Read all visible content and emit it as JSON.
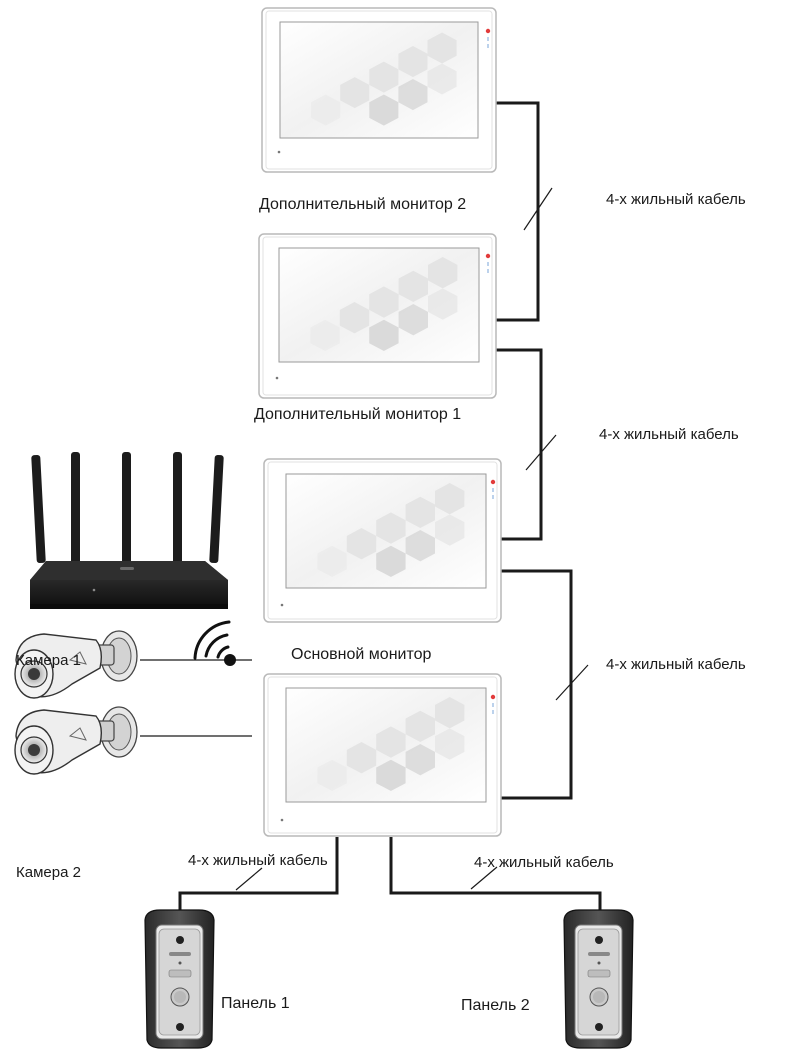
{
  "monitors": {
    "extra2": "Дополнительный монитор 2",
    "extra1": "Дополнительный монитор 1",
    "main": "Основной монитор"
  },
  "cable_label": "4-х жильный кабель",
  "cameras": {
    "cam1": "Камера 1",
    "cam2": "Камера 2"
  },
  "panels": {
    "panel1": "Панель 1",
    "panel2": "Панель 2"
  }
}
